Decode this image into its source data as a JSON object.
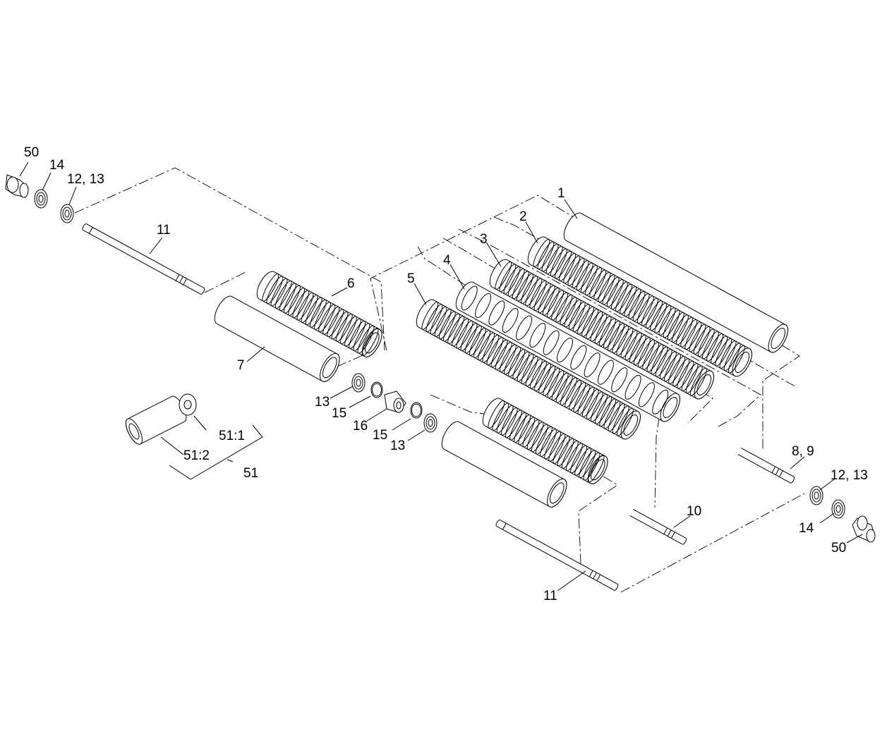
{
  "diagram": {
    "callouts": {
      "c1": "1",
      "c2": "2",
      "c3": "3",
      "c4": "4",
      "c5": "5",
      "c6": "6",
      "c7": "7",
      "c8_9": "8, 9",
      "c10": "10",
      "c11_top": "11",
      "c11_bottom": "11",
      "c12_13_left": "12, 13",
      "c12_13_right": "12, 13",
      "c13_a": "13",
      "c13_b": "13",
      "c14_left": "14",
      "c14_right": "14",
      "c15_a": "15",
      "c15_b": "15",
      "c16": "16",
      "c50_left": "50",
      "c50_right": "50",
      "c51_1": "51:1",
      "c51_2": "51:2",
      "c51": "51"
    },
    "colors": {
      "line": "#000000",
      "background": "#ffffff"
    }
  }
}
